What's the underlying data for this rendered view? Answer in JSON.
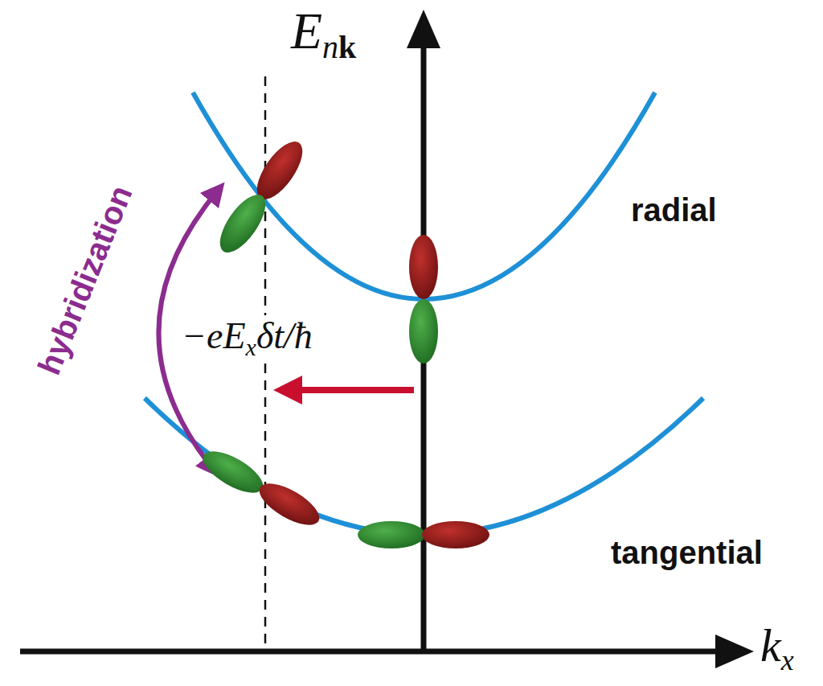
{
  "diagram": {
    "labels": [
      "E",
      "n",
      "k",
      "k",
      "x",
      "radial",
      "tangential",
      "hybridization",
      "−eE",
      "x",
      "δt/ħ"
    ]
  }
}
